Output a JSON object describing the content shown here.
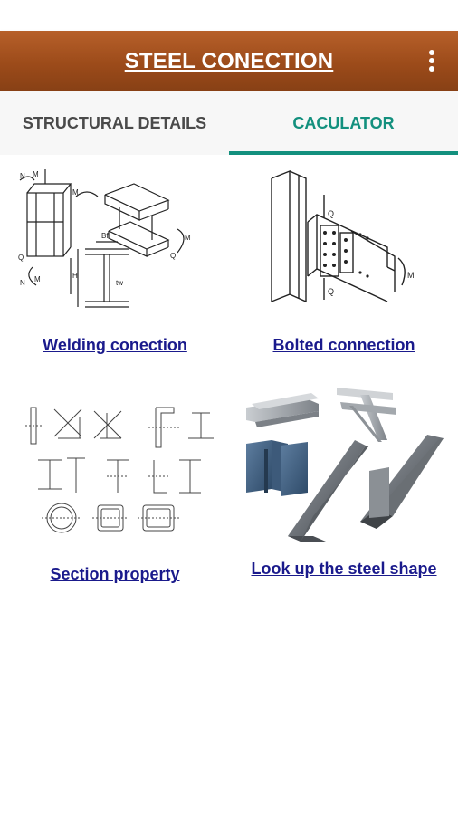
{
  "app_bar": {
    "title": "STEEL CONECTION",
    "menu_icon": "more-vert-icon"
  },
  "tabs": [
    {
      "label": "STRUCTURAL DETAILS",
      "selected": false
    },
    {
      "label": "CACULATOR",
      "selected": true
    }
  ],
  "colors": {
    "app_bar": "#9c4b1a",
    "accent": "#13907e",
    "link": "#1a1a8c"
  },
  "cards": [
    {
      "label": "Welding conection"
    },
    {
      "label": "Bolted connection"
    },
    {
      "label": "Section property"
    },
    {
      "label": "Look up the steel shape "
    }
  ]
}
